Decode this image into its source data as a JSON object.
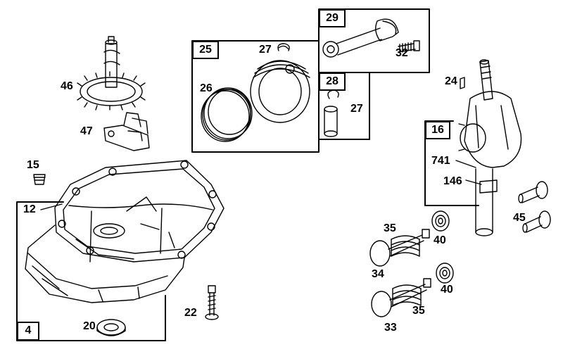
{
  "boxes": {
    "crankcase": "4",
    "piston": "25",
    "connecting_rod": "29",
    "pin_kit": "28",
    "crankshaft": "16"
  },
  "callouts": {
    "seal_12": "12",
    "plug_15": "15",
    "bearing_20": "20",
    "bolt_22": "22",
    "rings_26": "26",
    "clip_27a": "27",
    "clip_27b": "27",
    "bolt_32": "32",
    "key_24": "24",
    "gear_741": "741",
    "gear_146": "146",
    "cam_46": "46",
    "gov_47": "47",
    "spring_35a": "35",
    "spring_35b": "35",
    "valve_34": "34",
    "valve_33": "33",
    "retainer_40a": "40",
    "retainer_40b": "40",
    "tappet_45": "45"
  },
  "colors": {
    "ink": "#000000",
    "paper": "#ffffff"
  }
}
